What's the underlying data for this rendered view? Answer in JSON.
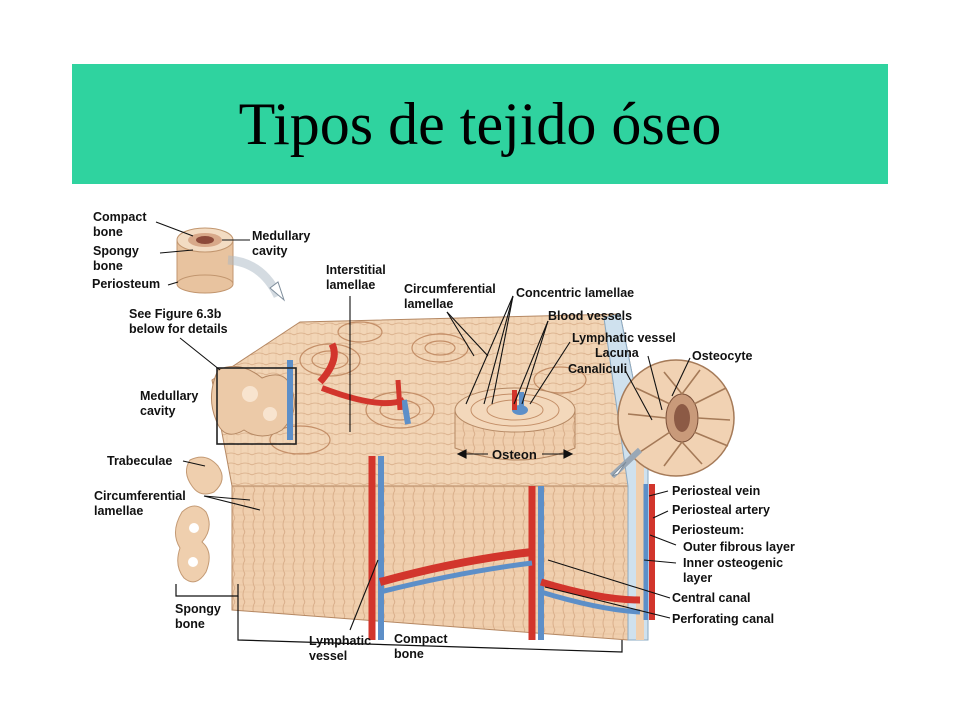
{
  "title": "Tipos de tejido óseo",
  "labels": {
    "compact_bone_top": "Compact\nbone",
    "spongy_bone_top": "Spongy\nbone",
    "periosteum_top": "Periosteum",
    "medullary_cavity_top": "Medullary\ncavity",
    "see_figure": "See Figure 6.3b\nbelow for details",
    "medullary_cavity": "Medullary\ncavity",
    "trabeculae": "Trabeculae",
    "circumferential_lamellae_left": "Circumferential\nlamellae",
    "interstitial_lamellae": "Interstitial\nlamellae",
    "circumferential_lamellae_top": "Circumferential\nlamellae",
    "concentric_lamellae": "Concentric lamellae",
    "blood_vessels": "Blood vessels",
    "lymphatic_vessel_top": "Lymphatic vessel",
    "lacuna": "Lacuna",
    "canaliculi": "Canaliculi",
    "osteocyte": "Osteocyte",
    "osteon": "Osteon",
    "periosteal_vein": "Periosteal vein",
    "periosteal_artery": "Periosteal artery",
    "periosteum": "Periosteum:",
    "outer_fibrous_layer": "Outer fibrous layer",
    "inner_osteogenic_layer": "Inner osteogenic\nlayer",
    "central_canal": "Central canal",
    "perforating_canal": "Perforating canal",
    "spongy_bone_bottom": "Spongy\nbone",
    "lymphatic_vessel_bottom": "Lymphatic\nvessel",
    "compact_bone_bottom": "Compact\nbone"
  },
  "colors": {
    "title_band": "#2fd39f",
    "bone": "#f1d2b2",
    "bone_dark": "#d9aa84",
    "artery": "#d2352c",
    "vein": "#5d8fc8",
    "periosteum": "#b8d4e6"
  }
}
